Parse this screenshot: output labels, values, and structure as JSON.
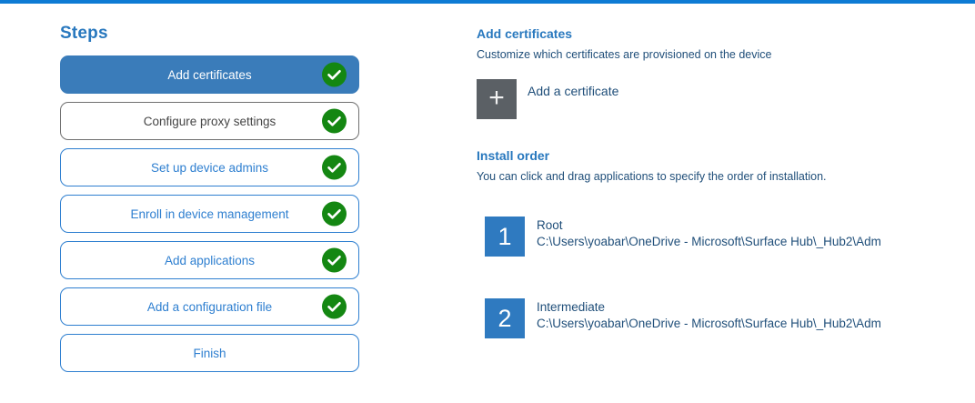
{
  "colors": {
    "top_bar": "#0d7bd4",
    "active_step_bg": "#3a7cba",
    "outline_blue": "#2e7fd0",
    "heading_blue": "#2878be",
    "body_navy": "#1f4e79",
    "check_green": "#148712",
    "plus_square_gray": "#5b6065",
    "number_square_blue": "#2f7ac0",
    "neutral_border": "#707070",
    "neutral_text": "#454545"
  },
  "steps_panel": {
    "title": "Steps",
    "items": [
      {
        "label": "Add certificates",
        "completed": true,
        "state": "active"
      },
      {
        "label": "Configure proxy settings",
        "completed": true,
        "state": "neutral"
      },
      {
        "label": "Set up device admins",
        "completed": true,
        "state": "default"
      },
      {
        "label": "Enroll in device management",
        "completed": true,
        "state": "default"
      },
      {
        "label": "Add applications",
        "completed": true,
        "state": "default"
      },
      {
        "label": "Add a configuration file",
        "completed": true,
        "state": "default"
      },
      {
        "label": "Finish",
        "completed": false,
        "state": "default"
      }
    ]
  },
  "content": {
    "title": "Add certificates",
    "subtitle": "Customize which certificates are provisioned on the device",
    "add_certificate": {
      "label": "Add a certificate",
      "icon": "plus-icon",
      "plus_glyph": "+"
    },
    "install_order": {
      "title": "Install order",
      "description": "You can click and drag applications to specify the order of installation.",
      "items": [
        {
          "number": "1",
          "name": "Root",
          "path": "C:\\Users\\yoabar\\OneDrive - Microsoft\\Surface Hub\\_Hub2\\Adm"
        },
        {
          "number": "2",
          "name": "Intermediate",
          "path": "C:\\Users\\yoabar\\OneDrive - Microsoft\\Surface Hub\\_Hub2\\Adm"
        }
      ]
    }
  }
}
